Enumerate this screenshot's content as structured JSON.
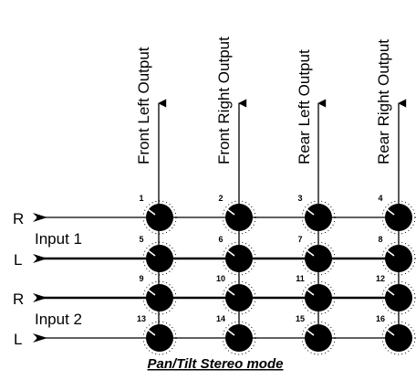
{
  "diagram": {
    "outputs": [
      {
        "label": "Front Left Output"
      },
      {
        "label": "Front Right Output"
      },
      {
        "label": "Rear Left Output"
      },
      {
        "label": "Rear Right Output"
      }
    ],
    "inputs": [
      {
        "label": "Input 1",
        "channels": [
          "R",
          "L"
        ]
      },
      {
        "label": "Input 2",
        "channels": [
          "R",
          "L"
        ]
      }
    ],
    "knob_numbers": [
      "1",
      "2",
      "3",
      "4",
      "5",
      "6",
      "7",
      "8",
      "9",
      "10",
      "11",
      "12",
      "13",
      "14",
      "15",
      "16"
    ],
    "caption": "Pan/Tilt Stereo mode"
  }
}
